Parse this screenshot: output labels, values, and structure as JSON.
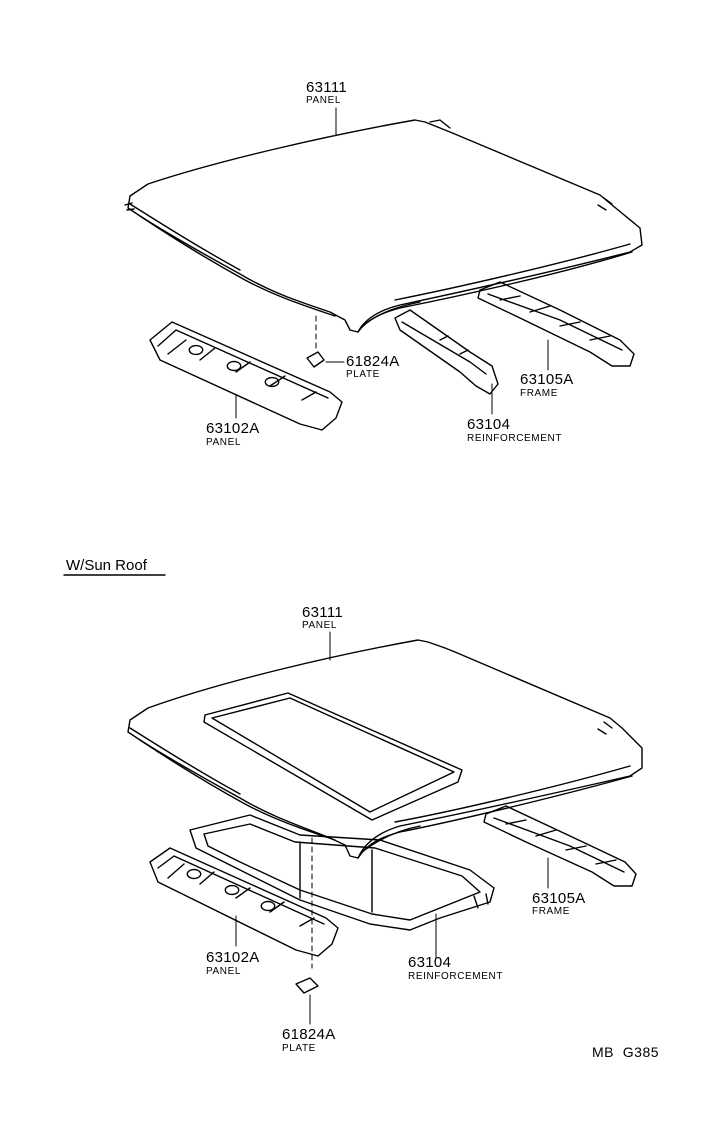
{
  "top_diagram": {
    "roof_panel": {
      "part_no": "63111",
      "name": "PANEL"
    },
    "plate": {
      "part_no": "61824A",
      "name": "PLATE"
    },
    "front_panel": {
      "part_no": "63102A",
      "name": "PANEL"
    },
    "reinforcement": {
      "part_no": "63104",
      "name": "REINFORCEMENT"
    },
    "frame": {
      "part_no": "63105A",
      "name": "FRAME"
    }
  },
  "sunroof_section": {
    "heading": "W/Sun Roof",
    "roof_panel": {
      "part_no": "63111",
      "name": "PANEL"
    },
    "frame": {
      "part_no": "63105A",
      "name": "FRAME"
    },
    "front_panel": {
      "part_no": "63102A",
      "name": "PANEL"
    },
    "reinforcement": {
      "part_no": "63104",
      "name": "REINFORCEMENT"
    },
    "plate": {
      "part_no": "61824A",
      "name": "PLATE"
    }
  },
  "footer_code": "MB  G385"
}
